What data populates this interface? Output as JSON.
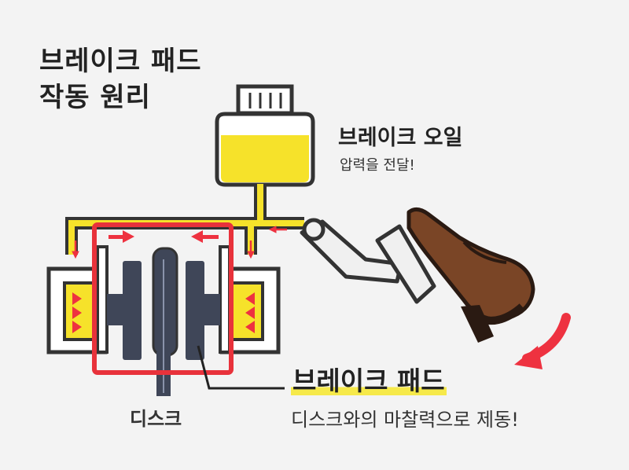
{
  "title": {
    "line1": "브레이크 패드",
    "line2": "작동 원리"
  },
  "oil": {
    "title": "브레이크 오일",
    "subtitle": "압력을 전달!"
  },
  "pad": {
    "title": "브레이크 패드",
    "subtitle": "디스크와의 마찰력으로 제동!"
  },
  "disc": {
    "label": "디스크"
  },
  "colors": {
    "fluid": "#f6e22a",
    "outline": "#333333",
    "pad": "#3f4658",
    "disc": "#3f4658",
    "highlight": "#e8323b",
    "arrow": "#ee3240",
    "shoe": "#7a4526",
    "pedal": "#f0f0f0"
  },
  "icons": [
    "reservoir-icon",
    "pedal-icon",
    "shoe-icon",
    "press-arrow-icon",
    "flow-arrow-icon"
  ]
}
